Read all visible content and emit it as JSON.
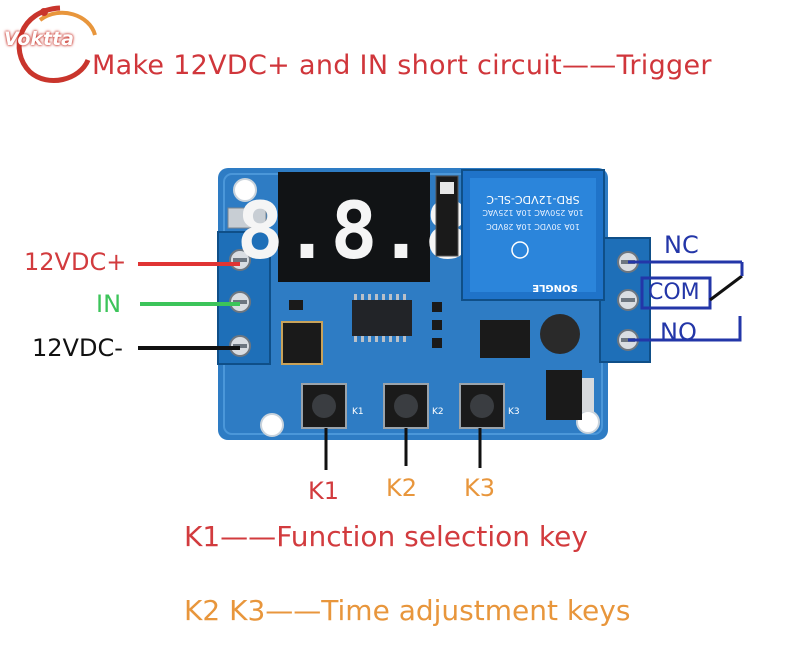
{
  "logo": {
    "text": "Voktta"
  },
  "title": "Make 12VDC+ and IN short circuit——Trigger",
  "left_terminals": [
    {
      "label": "12VDC+",
      "color": "#d23b3e"
    },
    {
      "label": "IN",
      "color": "#3cc45a"
    },
    {
      "label": "12VDC-",
      "color": "#111111"
    }
  ],
  "right_terminals": [
    {
      "label": "NC",
      "color": "#2336a8"
    },
    {
      "label": "COM",
      "color": "#2336a8"
    },
    {
      "label": "NO",
      "color": "#2336a8"
    }
  ],
  "keys": [
    {
      "label": "K1",
      "color": "#d23b3e"
    },
    {
      "label": "K2",
      "color": "#e8963c"
    },
    {
      "label": "K3",
      "color": "#e8963c"
    }
  ],
  "descriptions": {
    "k1_prefix": "K1——",
    "k1_text": "Function selection key",
    "k23_prefix": "K2 K3——",
    "k23_text": "Time adjustment keys"
  },
  "board": {
    "display": "8.8.8",
    "relay_text": "SRD-12VDC-SL-C",
    "relay_brand": "SONGLE",
    "key_silk": [
      "K1",
      "K2",
      "K3"
    ]
  }
}
